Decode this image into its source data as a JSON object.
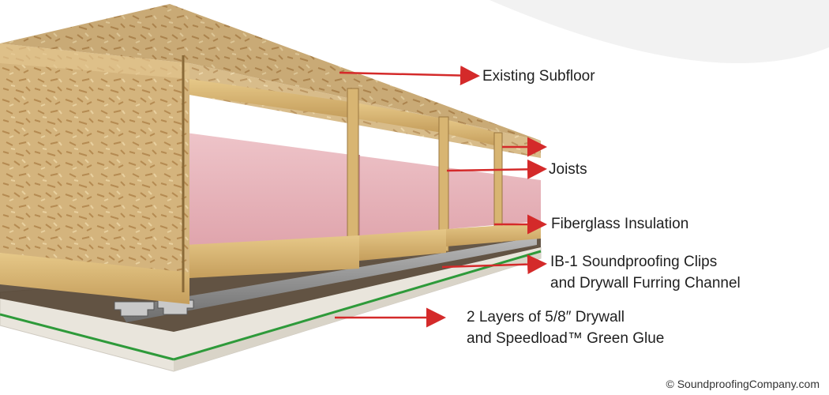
{
  "labels": {
    "subfloor": "Existing Subfloor",
    "joists": "Joists",
    "insulation": "Fiberglass Insulation",
    "clips_line1": "IB-1 Soundproofing Clips",
    "clips_line2": "and Drywall Furring Channel",
    "drywall_line1": "2 Layers of 5/8″ Drywall",
    "drywall_line2": "and Speedload™ Green Glue"
  },
  "copyright": "© SoundproofingCompany.com",
  "colors": {
    "osb": "#d2b07a",
    "joist_wood": "#d9b776",
    "insulation": "#e9b7bd",
    "channel_metal": "#8e8e8e",
    "drywall": "#ece9e2",
    "green_glue": "#2e9a3a",
    "arrow": "#d42a2a"
  }
}
